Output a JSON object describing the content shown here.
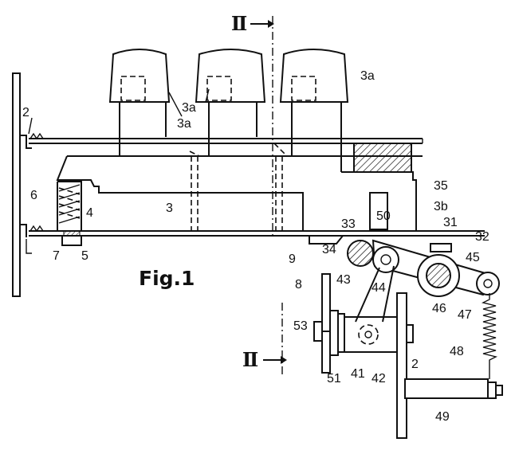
{
  "figure": {
    "title": "Fig.1",
    "section_marks": [
      "Ⅱ",
      "Ⅱ"
    ],
    "labels": [
      "2",
      "3a",
      "3a",
      "3a",
      "6",
      "3",
      "4",
      "5",
      "7",
      "35",
      "3b",
      "50",
      "33",
      "31",
      "32",
      "34",
      "9",
      "45",
      "8",
      "43",
      "44",
      "46",
      "47",
      "53",
      "48",
      "2",
      "51",
      "41",
      "42",
      "49"
    ]
  }
}
